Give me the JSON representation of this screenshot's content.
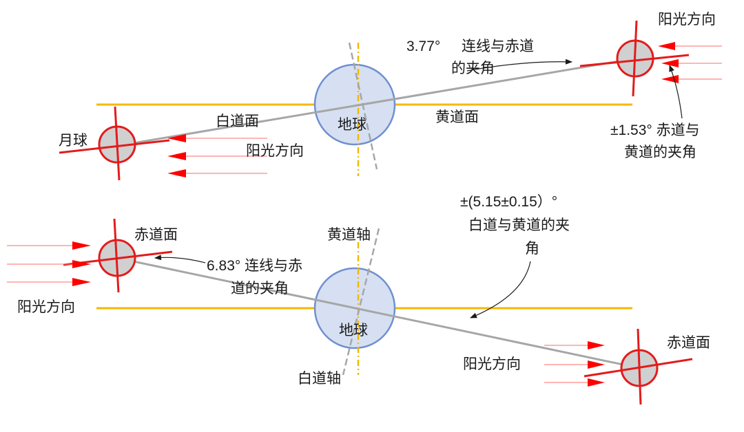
{
  "colors": {
    "plane_line": "#f5b800",
    "sunlight": "#ff0000",
    "moon_stroke": "#e31b1b",
    "moon_fill": "#d0d0d0",
    "earth_fill": "#d6e0f2",
    "earth_stroke": "#6f8fcf",
    "axis_dash": "#a6a6a6",
    "connect_line": "#a6a6a6",
    "annotation": "#1a1a1a"
  },
  "top": {
    "sun_dir_right": "阳光方向",
    "angle_value": "3.77°",
    "angle_desc_1": "连线与赤道",
    "angle_desc_2": "的夹角",
    "moon_label": "月球",
    "white_plane": "白道面",
    "earth_label": "地球",
    "ecliptic_plane": "黄道面",
    "sun_dir_left": "阳光方向",
    "tilt_1": "±1.53°  赤道与",
    "tilt_2": "黄道的夹角"
  },
  "bottom": {
    "incl_1": "±(5.15±0.15）°",
    "incl_2": "白道与黄道的夹",
    "incl_3": "角",
    "equator_plane_left": "赤道面",
    "ecliptic_axis": "黄道轴",
    "angle_1": "6.83°  连线与赤",
    "angle_2": "道的夹角",
    "sun_dir_left": "阳光方向",
    "earth_label": "地球",
    "equator_plane_right": "赤道面",
    "sun_dir_right": "阳光方向",
    "white_axis": "白道轴"
  }
}
